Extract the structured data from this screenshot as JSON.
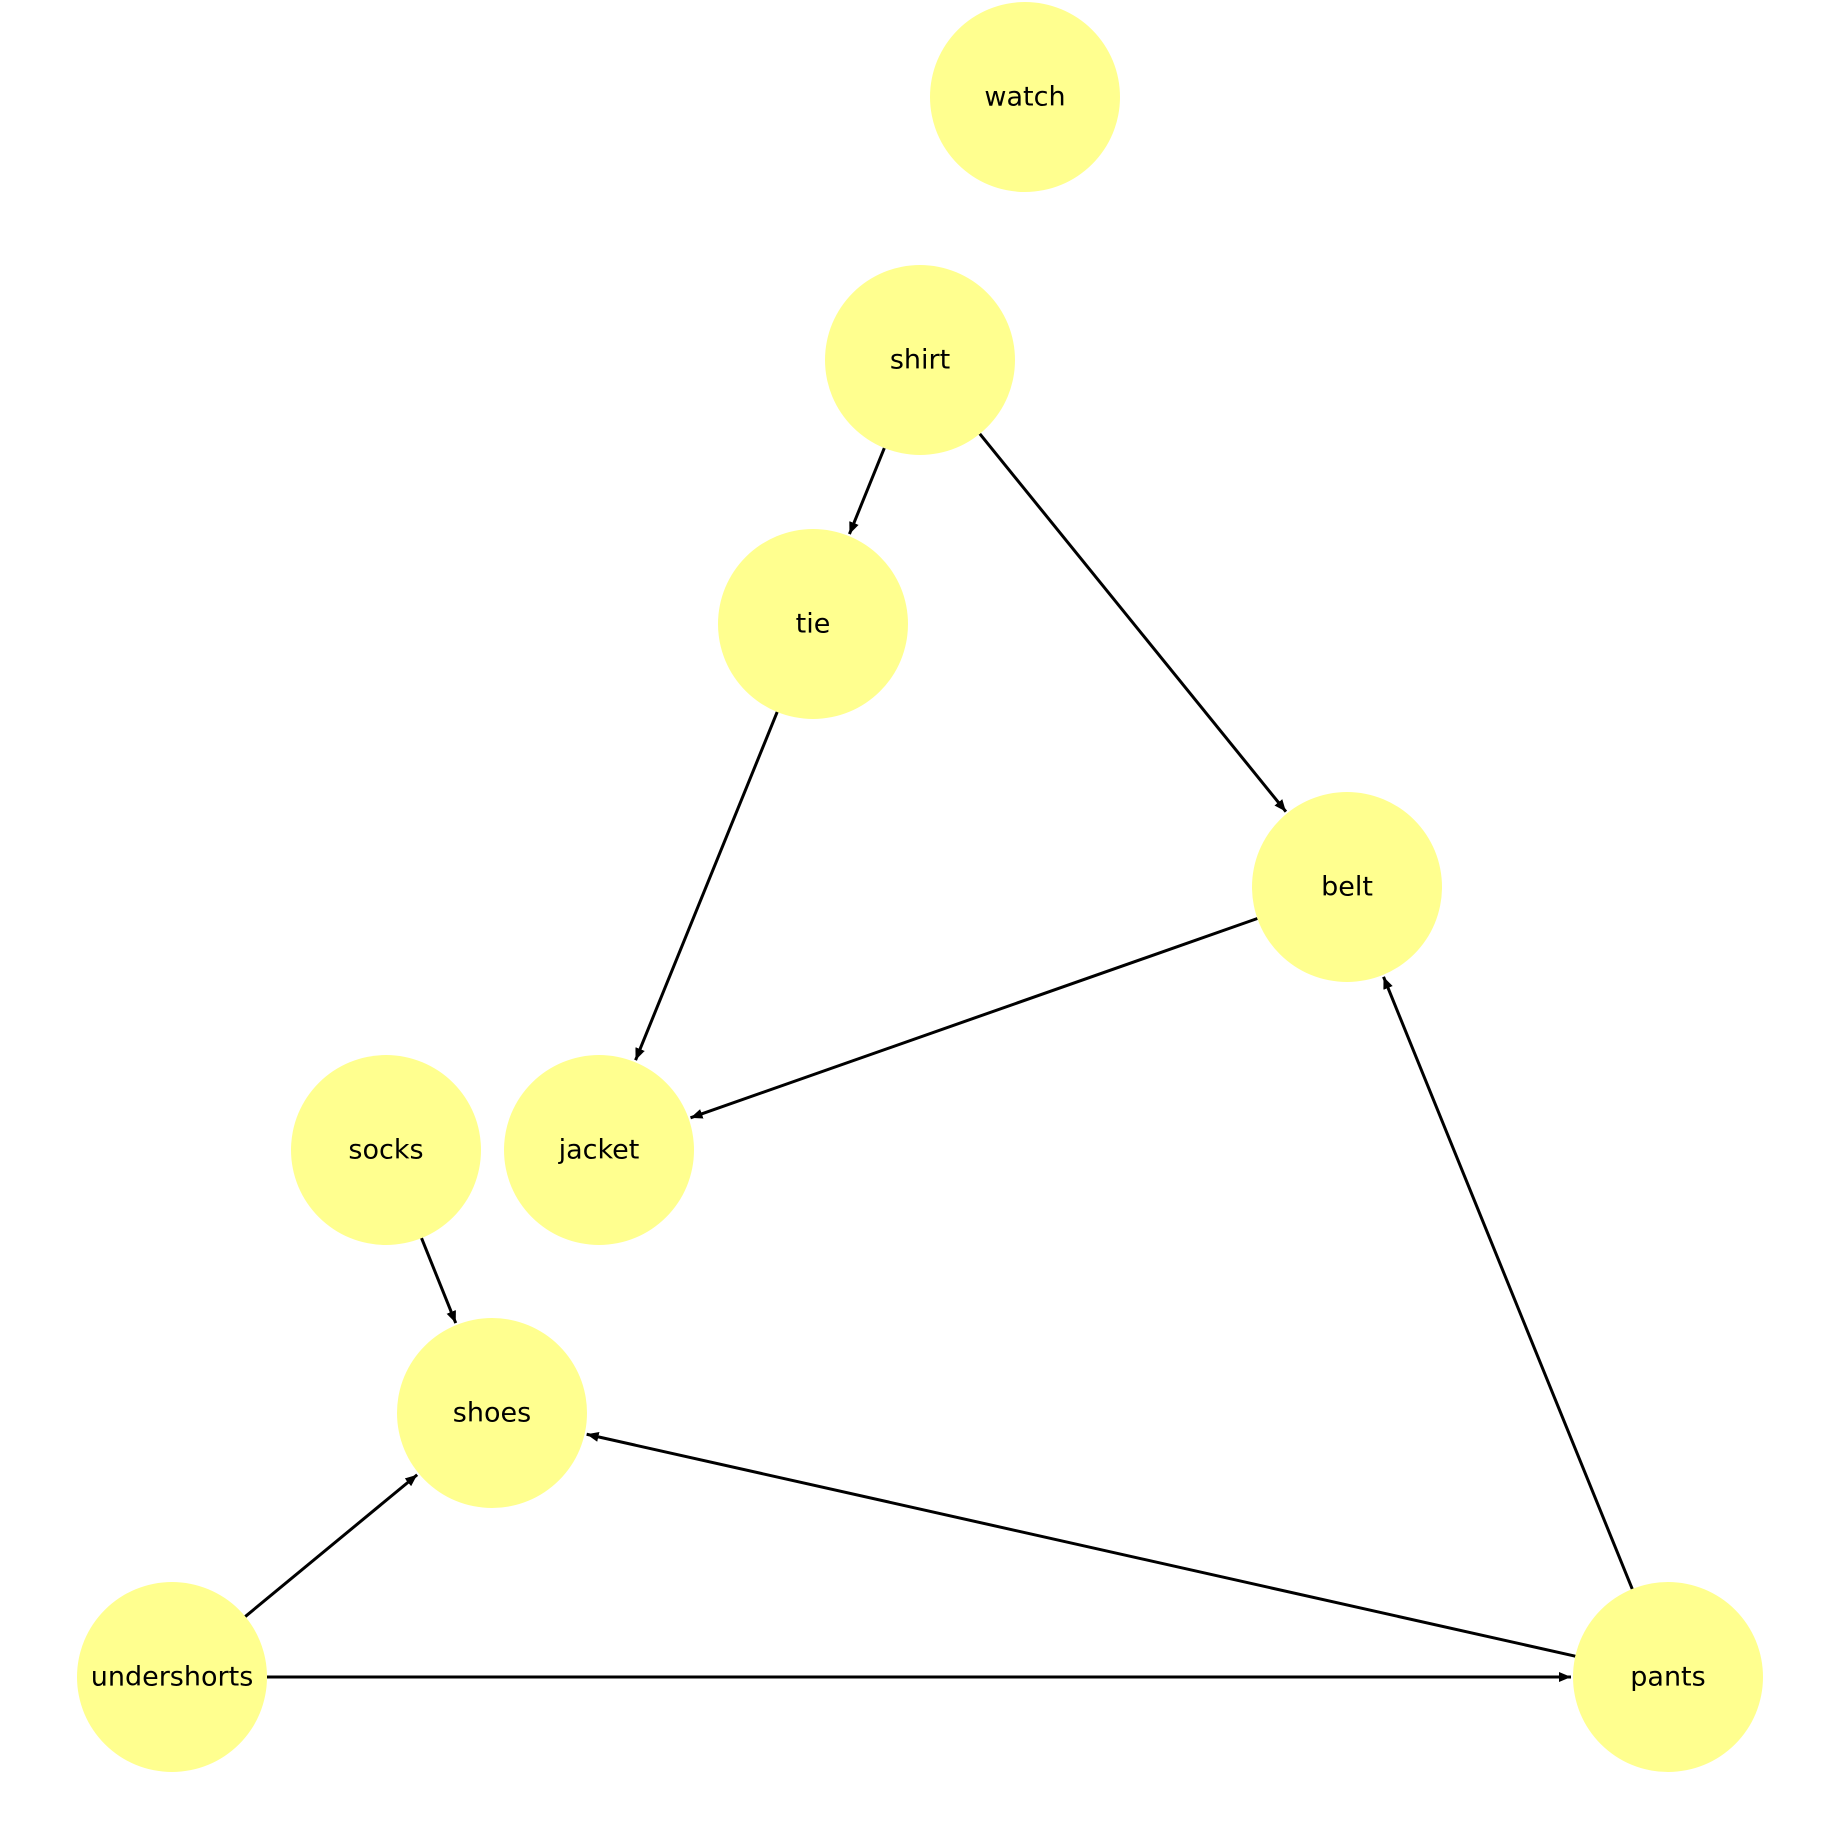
{
  "diagram": {
    "type": "directed-graph",
    "node_color": "#ffff8f",
    "edge_color": "#000000",
    "background": "#ffffff",
    "nodes": [
      {
        "id": "watch",
        "label": "watch"
      },
      {
        "id": "shirt",
        "label": "shirt"
      },
      {
        "id": "tie",
        "label": "tie"
      },
      {
        "id": "belt",
        "label": "belt"
      },
      {
        "id": "socks",
        "label": "socks"
      },
      {
        "id": "jacket",
        "label": "jacket"
      },
      {
        "id": "shoes",
        "label": "shoes"
      },
      {
        "id": "undershorts",
        "label": "undershorts"
      },
      {
        "id": "pants",
        "label": "pants"
      }
    ],
    "edges": [
      {
        "from": "shirt",
        "to": "tie"
      },
      {
        "from": "shirt",
        "to": "belt"
      },
      {
        "from": "tie",
        "to": "jacket"
      },
      {
        "from": "belt",
        "to": "jacket"
      },
      {
        "from": "socks",
        "to": "shoes"
      },
      {
        "from": "undershorts",
        "to": "shoes"
      },
      {
        "from": "undershorts",
        "to": "pants"
      },
      {
        "from": "pants",
        "to": "shoes"
      },
      {
        "from": "pants",
        "to": "belt"
      }
    ]
  }
}
